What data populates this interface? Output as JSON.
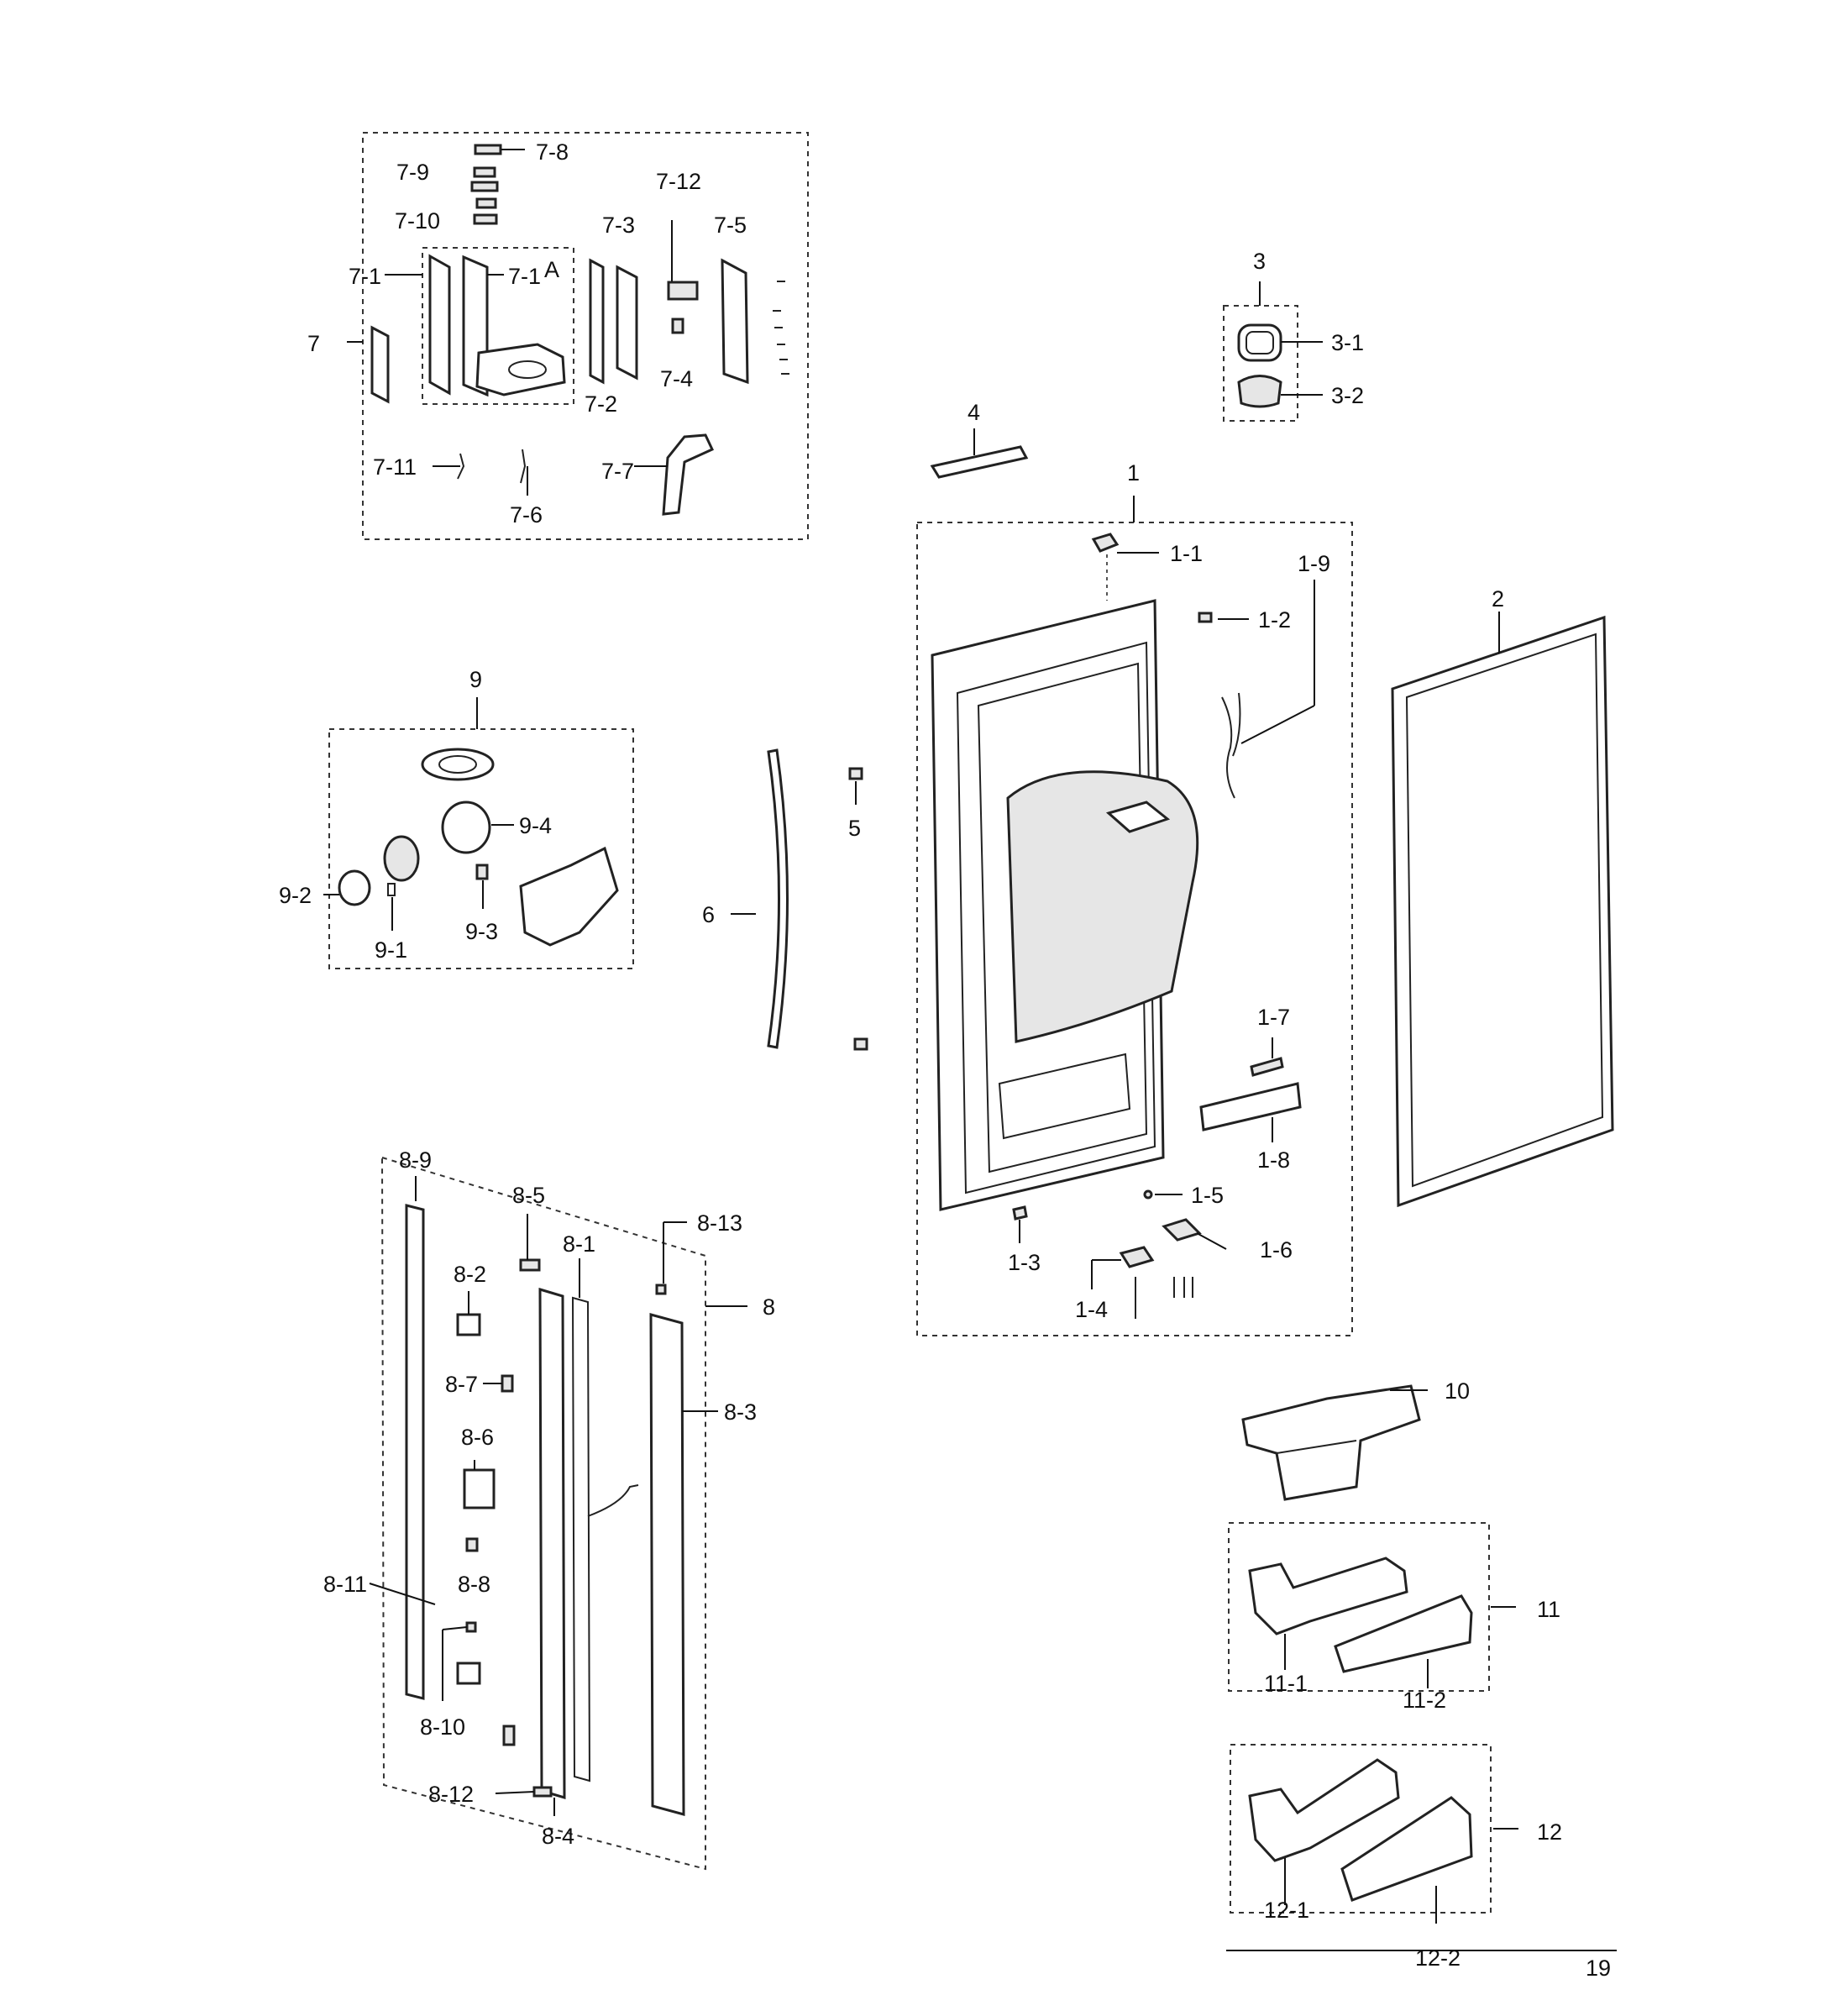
{
  "labels": {
    "p7": "7",
    "p7_1": "7-1",
    "p7_1a": "7-1",
    "p7_1a_suffix": "A",
    "p7_2": "7-2",
    "p7_3": "7-3",
    "p7_4": "7-4",
    "p7_5": "7-5",
    "p7_6": "7-6",
    "p7_7": "7-7",
    "p7_8": "7-8",
    "p7_9": "7-9",
    "p7_10": "7-10",
    "p7_11": "7-11",
    "p7_12": "7-12",
    "p3": "3",
    "p3_1": "3-1",
    "p3_2": "3-2",
    "p4": "4",
    "p1": "1",
    "p1_1": "1-1",
    "p1_2": "1-2",
    "p1_3": "1-3",
    "p1_4": "1-4",
    "p1_5": "1-5",
    "p1_6": "1-6",
    "p1_7": "1-7",
    "p1_8": "1-8",
    "p1_9": "1-9",
    "p2": "2",
    "p9": "9",
    "p9_1": "9-1",
    "p9_2": "9-2",
    "p9_3": "9-3",
    "p9_4": "9-4",
    "p5": "5",
    "p6": "6",
    "p8": "8",
    "p8_1": "8-1",
    "p8_2": "8-2",
    "p8_3": "8-3",
    "p8_4": "8-4",
    "p8_5": "8-5",
    "p8_6": "8-6",
    "p8_7": "8-7",
    "p8_8": "8-8",
    "p8_9": "8-9",
    "p8_10": "8-10",
    "p8_11": "8-11",
    "p8_12": "8-12",
    "p8_13": "8-13",
    "p10": "10",
    "p11": "11",
    "p11_1": "11-1",
    "p11_2": "11-2",
    "p12": "12",
    "p12_1": "12-1",
    "p12_2": "12-2"
  },
  "page_number": "19"
}
